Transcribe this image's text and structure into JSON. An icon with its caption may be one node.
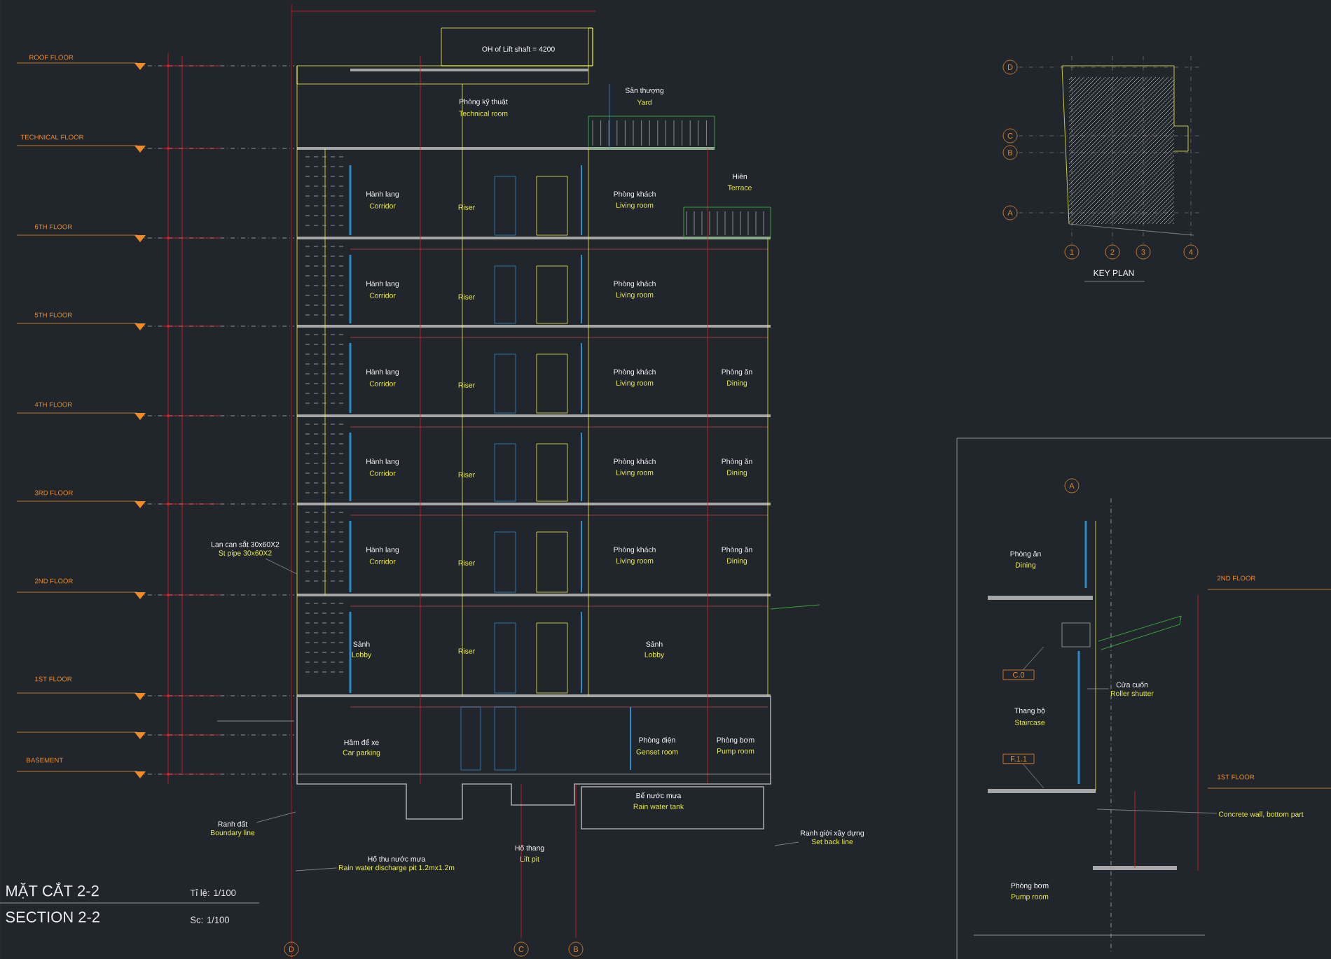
{
  "diagram": {
    "nodes": [
      {
        "text": [
          "Lan can sắt 30x60X2",
          "St pipe 30x60X2"
        ]
      },
      {
        "text": [
          "Ranh đất",
          "Boundary line"
        ]
      },
      {
        "text": [
          "Hố thu nước mưa",
          "Rain water discharge pit 1.2mx1.2m"
        ]
      },
      {
        "text": [
          "Ranh giới xây dựng",
          "Set back line"
        ]
      },
      {
        "text": [
          "Cửa cuốn",
          "Roller shutter"
        ]
      },
      {
        "text": [
          "C.0"
        ]
      },
      {
        "text": [
          "F.1.1"
        ]
      },
      {
        "text": [
          "Concrete wall, bottom part"
        ]
      },
      {
        "text": [
          "D"
        ]
      },
      {
        "text": [
          "C"
        ]
      },
      {
        "text": [
          "B"
        ]
      },
      {
        "text": [
          "D"
        ]
      },
      {
        "text": [
          "C"
        ]
      },
      {
        "text": [
          "B"
        ]
      },
      {
        "text": [
          "A"
        ]
      },
      {
        "text": [
          "1"
        ]
      },
      {
        "text": [
          "2"
        ]
      },
      {
        "text": [
          "3"
        ]
      },
      {
        "text": [
          "4"
        ]
      },
      {
        "text": [
          "A"
        ]
      }
    ],
    "edges": [
      {
        "from": 0,
        "to": null,
        "arrow": "none"
      },
      {
        "from": 1,
        "to": null,
        "arrow": "none"
      },
      {
        "from": 2,
        "to": null,
        "arrow": "none"
      },
      {
        "from": 3,
        "to": null,
        "arrow": "none"
      },
      {
        "from": 4,
        "to": null,
        "arrow": "none"
      },
      {
        "from": 5,
        "to": null,
        "arrow": "none"
      },
      {
        "from": 6,
        "to": null,
        "arrow": "none"
      },
      {
        "from": 7,
        "to": null,
        "arrow": "none"
      }
    ],
    "labels": [
      "OH of Lift shaft = 4200",
      "ROOF FLOOR",
      "Phòng kỹ thuật",
      "Technical room",
      "Sân thượng",
      "Yard",
      "TECHNICAL FLOOR",
      "Hiên",
      "Terrace",
      "Hành lang",
      "Corridor",
      "Riser",
      "Phòng khách",
      "Living room",
      "6TH FLOOR",
      "Hành lang",
      "Corridor",
      "Riser",
      "Phòng khách",
      "Living room",
      "5TH FLOOR",
      "Hành lang",
      "Corridor",
      "Riser",
      "Phòng khách",
      "Living room",
      "Phòng ăn",
      "Dining",
      "4TH FLOOR",
      "Hành lang",
      "Corridor",
      "Riser",
      "Phòng khách",
      "Living room",
      "Phòng ăn",
      "Dining",
      "3RD FLOOR",
      "Hành lang",
      "Corridor",
      "Riser",
      "Phòng khách",
      "Living room",
      "Phòng ăn",
      "Dining",
      "2ND FLOOR",
      "Sảnh",
      "Lobby",
      "Riser",
      "Sảnh",
      "Lobby",
      "1ST FLOOR",
      "Hầm để xe",
      "Car parking",
      "Phòng điện",
      "Genset room",
      "Phòng bơm",
      "Pump room",
      "BASEMENT",
      "Bể nước mưa",
      "Rain water tank",
      "Hố thang",
      "Lift pit",
      "MẶT CẮT 2-2",
      "SECTION 2-2",
      "Tỉ lệ: 1/100",
      "Sc: 1/100",
      "KEY PLAN",
      "Phòng ăn",
      "Dining",
      "2ND FLOOR",
      "Thang bộ",
      "Staircase",
      "1ST FLOOR",
      "Phòng bơm",
      "Pump room"
    ]
  }
}
